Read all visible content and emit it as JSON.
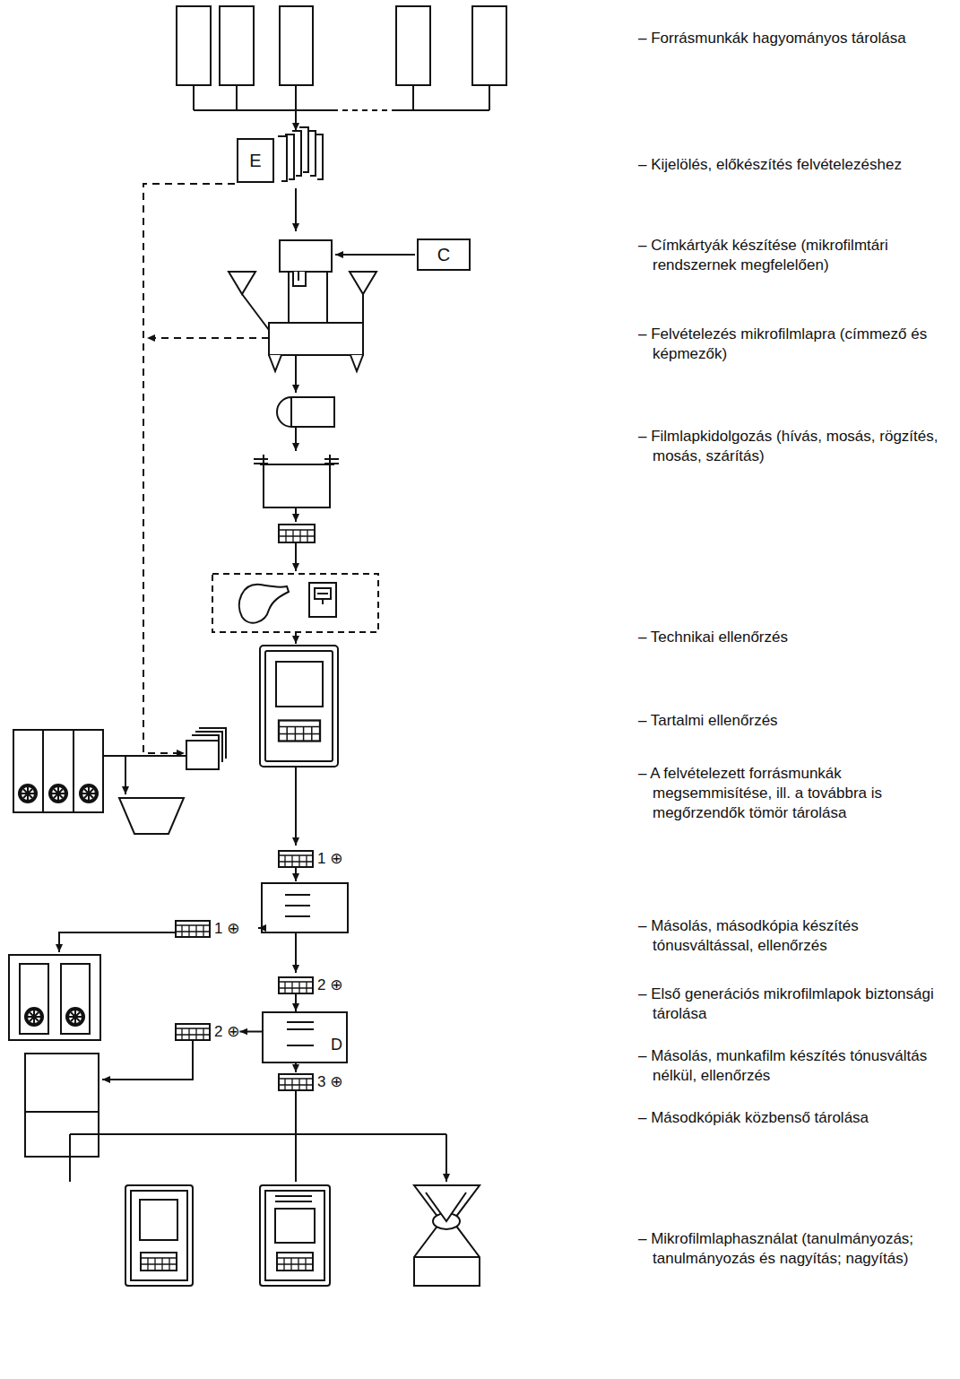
{
  "diagram": {
    "nodes": [
      {
        "text": [
          "E"
        ]
      },
      {
        "text": [
          "C"
        ]
      },
      {
        "text": [
          "1 ⊕"
        ]
      },
      {
        "text": [
          "1 ⊕"
        ]
      },
      {
        "text": [
          "2 ⊕"
        ]
      },
      {
        "text": [
          "D"
        ]
      },
      {
        "text": [
          "2 ⊕"
        ]
      },
      {
        "text": [
          "3 ⊕"
        ]
      }
    ],
    "edges": [
      {
        "from": 4,
        "to": 5,
        "arrow": "to"
      },
      {
        "from": 5,
        "to": 6,
        "arrow": "to"
      },
      {
        "from": 5,
        "to": 7,
        "arrow": "to"
      }
    ],
    "labels": [
      "– Forrásmunkák hagyományos tárolása",
      "– Kijelölés, előkészítés felvételezéshez",
      "– Címkártyák készítése (mikrofilmtári rendszernek megfelelően)",
      "– Felvételezés mikrofilmlapra (címmező és képmezők)",
      "– Filmlapkidolgozás (hívás, mosás, rögzítés, mosás, szárítás)",
      "– Technikai ellenőrzés",
      "– Tartalmi ellenőrzés",
      "– A felvételezett forrásmunkák megsemmisítése, ill. a továbbra is megőrzendők tömör tárolása",
      "– Másolás, másodkópia készítés tónusváltással, ellenőrzés",
      "– Első generációs mikrofilmlapok biztonsági tárolása",
      "– Másolás, munkafilm készítés tónusváltás nélkül, ellenőrzés",
      "– Másodkópiák közbenső tárolása",
      "– Mikrofilmlaphasználat (tanulmányozás; tanulmányozás és nagyítás; nagyítás)"
    ]
  }
}
